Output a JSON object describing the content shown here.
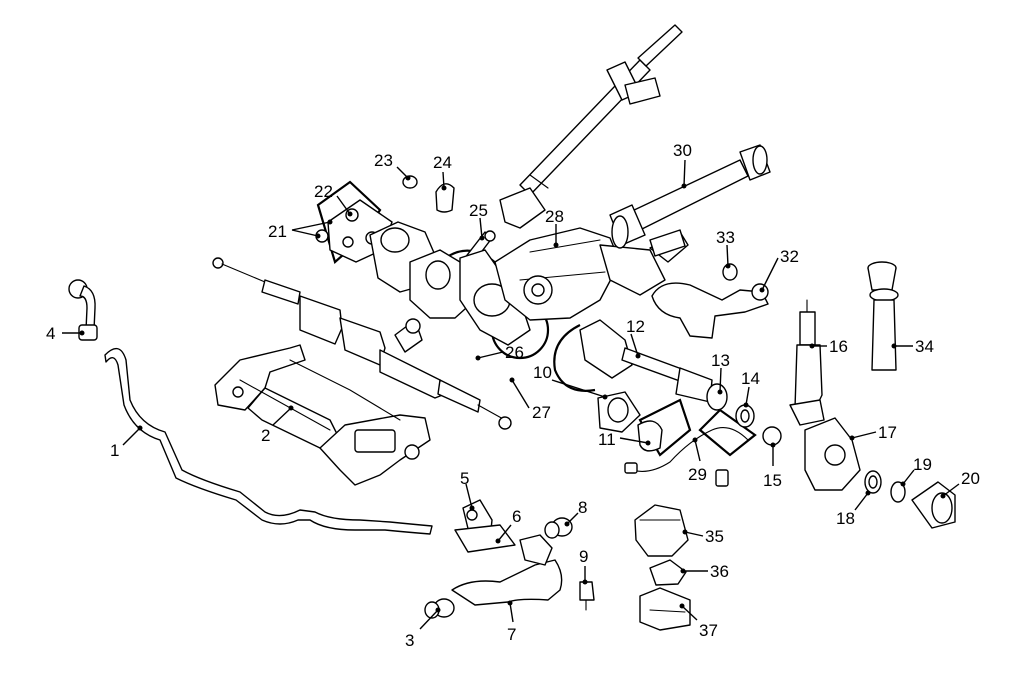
{
  "callouts": [
    {
      "n": "1"
    },
    {
      "n": "2"
    },
    {
      "n": "3"
    },
    {
      "n": "4"
    },
    {
      "n": "5"
    },
    {
      "n": "6"
    },
    {
      "n": "7"
    },
    {
      "n": "8"
    },
    {
      "n": "9"
    },
    {
      "n": "10"
    },
    {
      "n": "11"
    },
    {
      "n": "12"
    },
    {
      "n": "13"
    },
    {
      "n": "14"
    },
    {
      "n": "15"
    },
    {
      "n": "16"
    },
    {
      "n": "17"
    },
    {
      "n": "18"
    },
    {
      "n": "19"
    },
    {
      "n": "20"
    },
    {
      "n": "21"
    },
    {
      "n": "22"
    },
    {
      "n": "23"
    },
    {
      "n": "24"
    },
    {
      "n": "25"
    },
    {
      "n": "26"
    },
    {
      "n": "27"
    },
    {
      "n": "28"
    },
    {
      "n": "29"
    },
    {
      "n": "30"
    },
    {
      "n": "32"
    },
    {
      "n": "33"
    },
    {
      "n": "34"
    },
    {
      "n": "35"
    },
    {
      "n": "36"
    },
    {
      "n": "37"
    }
  ],
  "colors": {
    "line": "#000000",
    "background": "#ffffff"
  }
}
